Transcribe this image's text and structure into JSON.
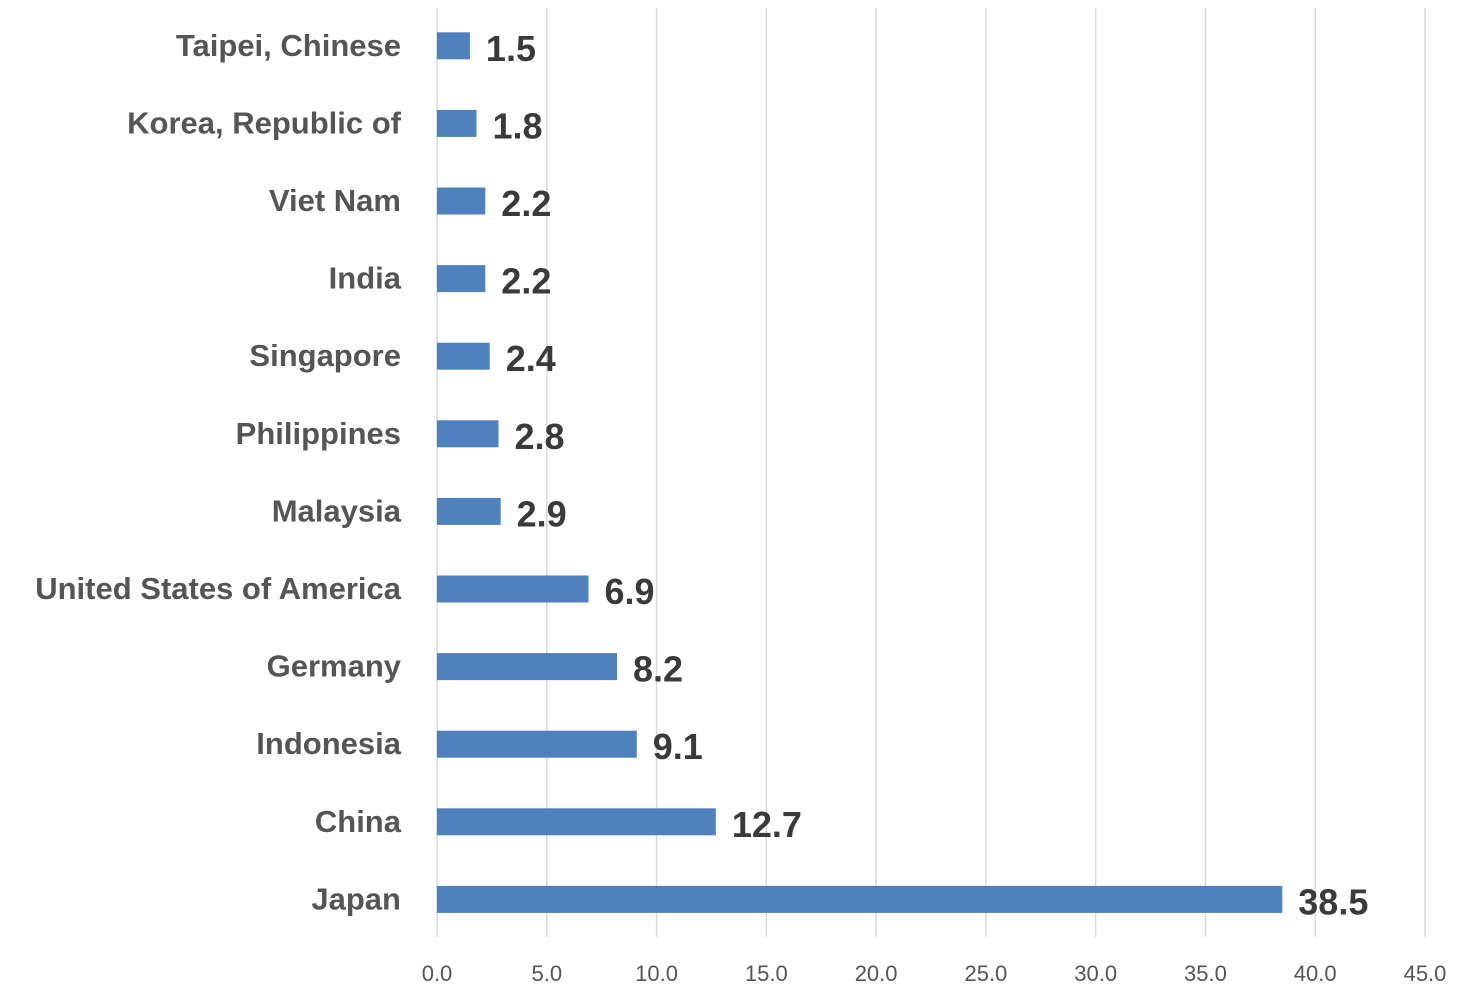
{
  "chart_data": {
    "type": "bar",
    "orientation": "horizontal",
    "categories": [
      "Taipei, Chinese",
      "Korea, Republic of",
      "Viet Nam",
      "India",
      "Singapore",
      "Philippines",
      "Malaysia",
      "United States of America",
      "Germany",
      "Indonesia",
      "China",
      "Japan"
    ],
    "values": [
      1.5,
      1.8,
      2.2,
      2.2,
      2.4,
      2.8,
      2.9,
      6.9,
      8.2,
      9.1,
      12.7,
      38.5
    ],
    "value_labels": [
      "1.5",
      "1.8",
      "2.2",
      "2.2",
      "2.4",
      "2.8",
      "2.9",
      "6.9",
      "8.2",
      "9.1",
      "12.7",
      "38.5"
    ],
    "xticks": [
      "0.0",
      "5.0",
      "10.0",
      "15.0",
      "20.0",
      "25.0",
      "30.0",
      "35.0",
      "40.0",
      "45.0"
    ],
    "xlim": [
      0,
      45
    ],
    "title": "",
    "xlabel": "",
    "ylabel": "",
    "grid": "vertical",
    "legend": "none",
    "bar_color": "#4f81bd"
  }
}
